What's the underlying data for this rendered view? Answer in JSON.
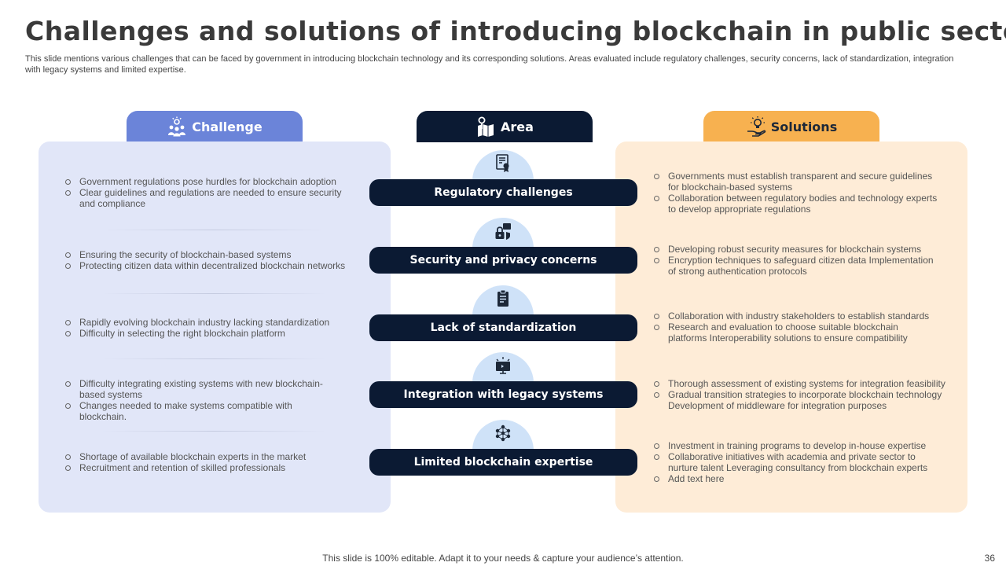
{
  "title": "Challenges and solutions of introducing blockchain in public sector",
  "subtitle": "This slide mentions various challenges that can be faced by government in introducing blockchain technology and its corresponding solutions. Areas evaluated include regulatory challenges, security concerns, lack of standardization, integration with legacy systems and limited expertise.",
  "tabs": {
    "challenge": {
      "label": "Challenge",
      "icon": "team-idea-icon"
    },
    "area": {
      "label": "Area",
      "icon": "map-pin-icon"
    },
    "solutions": {
      "label": "Solutions",
      "icon": "hand-bulb-icon"
    }
  },
  "colors": {
    "challenge": "#6b84d9",
    "area": "#0b1a33",
    "solutions": "#f7b150",
    "challenge_panel": "#e1e6f8",
    "solutions_panel": "#feecd7",
    "icon_bubble": "#cfe2f8"
  },
  "rows": [
    {
      "area": "Regulatory challenges",
      "icon": "certificate-icon",
      "challenges": [
        "Government regulations pose hurdles for blockchain adoption",
        "Clear guidelines and regulations are needed to ensure security and compliance"
      ],
      "solutions": [
        "Governments must establish transparent and secure guidelines for blockchain-based systems",
        "Collaboration between regulatory bodies and technology experts to develop appropriate regulations"
      ]
    },
    {
      "area": "Security and privacy concerns",
      "icon": "lock-shield-icon",
      "challenges": [
        "Ensuring the security of blockchain-based systems",
        "Protecting citizen data within decentralized blockchain networks"
      ],
      "solutions": [
        "Developing robust security measures for blockchain systems",
        "Encryption techniques to safeguard citizen data Implementation of strong authentication protocols"
      ]
    },
    {
      "area": "Lack of standardization",
      "icon": "clipboard-icon",
      "challenges": [
        "Rapidly evolving blockchain industry lacking standardization",
        "Difficulty in selecting the right blockchain platform"
      ],
      "solutions": [
        "Collaboration with industry stakeholders to establish standards",
        "Research and evaluation to choose suitable blockchain platforms Interoperability solutions to ensure compatibility"
      ]
    },
    {
      "area": "Integration with legacy systems",
      "icon": "monitor-icon",
      "challenges": [
        "Difficulty integrating existing systems with new blockchain-based systems",
        "Changes needed to make systems compatible with blockchain."
      ],
      "solutions": [
        "Thorough assessment of existing systems for integration feasibility",
        "Gradual transition strategies to incorporate blockchain technology Development of middleware for integration purposes"
      ]
    },
    {
      "area": "Limited blockchain expertise",
      "icon": "network-icon",
      "challenges": [
        "Shortage of available blockchain experts in the market",
        "Recruitment and retention of skilled professionals"
      ],
      "solutions": [
        "Investment in training programs to develop in-house expertise",
        "Collaborative initiatives with academia and private sector to nurture talent Leveraging consultancy from blockchain experts",
        "Add text here"
      ]
    }
  ],
  "footer": "This slide is 100% editable. Adapt it to your needs & capture your audience’s attention.",
  "page_number": "36"
}
